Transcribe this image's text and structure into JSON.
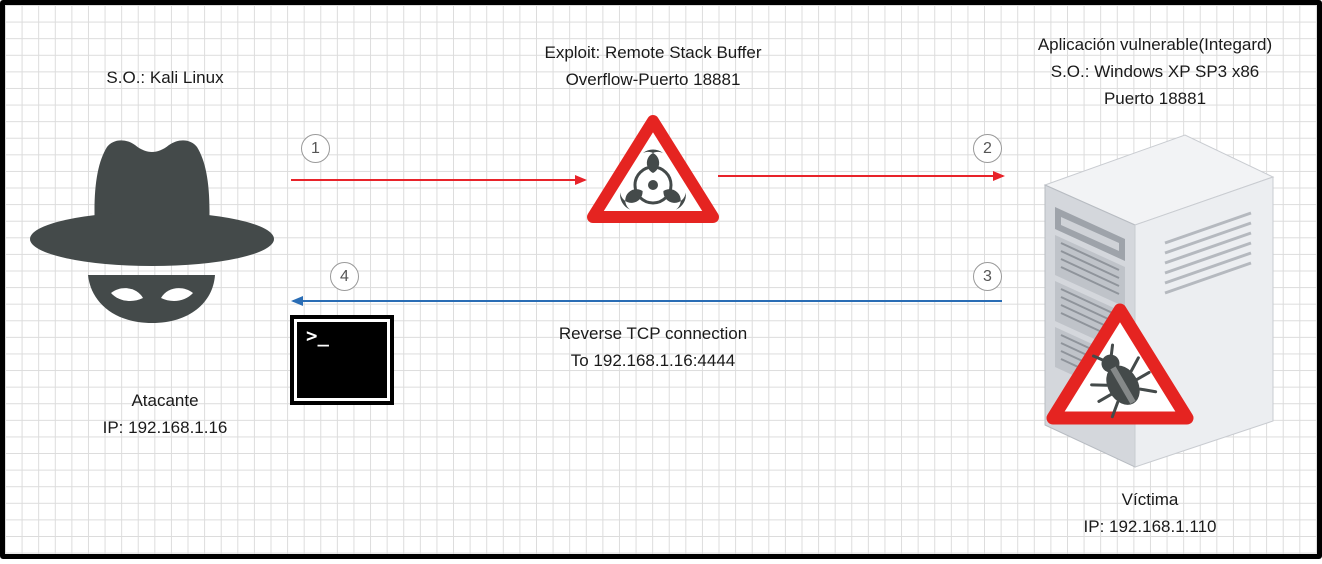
{
  "attacker": {
    "os": "S.O.: Kali Linux",
    "role": "Atacante",
    "ip": "IP: 192.168.1.16"
  },
  "exploit": {
    "line1": "Exploit: Remote Stack Buffer",
    "line2": "Overflow-Puerto 18881"
  },
  "victim": {
    "app": "Aplicación vulnerable(Integard)",
    "os": "S.O.: Windows XP SP3 x86",
    "port": "Puerto 18881",
    "role": "Víctima",
    "ip": "IP: 192.168.1.110"
  },
  "connection": {
    "line1": "Reverse TCP connection",
    "line2": "To 192.168.1.16:4444"
  },
  "steps": [
    "1",
    "2",
    "3",
    "4"
  ],
  "terminal": {
    "prompt": ">_"
  },
  "colors": {
    "forward_arrow": "#e8232a",
    "reverse_arrow": "#2a6db5",
    "warning_red": "#e52421",
    "icon_dark": "#444a4a",
    "grid": "#dcdcdc"
  },
  "icons": [
    "spy-icon",
    "biohazard-warning-icon",
    "server-icon",
    "malware-bug-warning-icon",
    "terminal-icon"
  ]
}
